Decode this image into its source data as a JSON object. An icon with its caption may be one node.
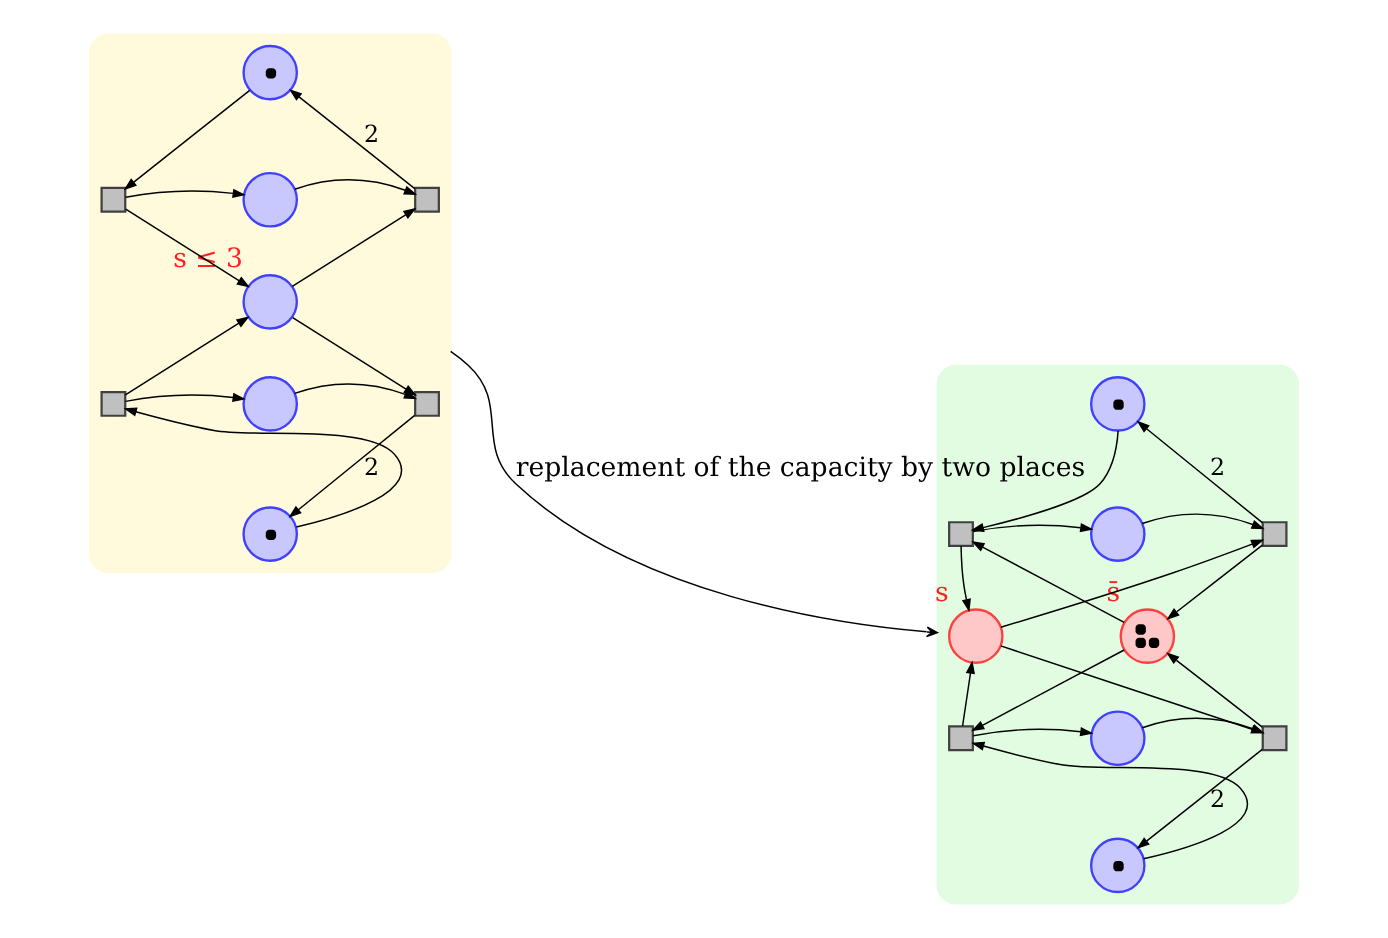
{
  "diagram": {
    "nodes": [
      {
        "text": [],
        "shape": "box"
      },
      {
        "text": [],
        "shape": "circle",
        "in": 0
      },
      {
        "text": [],
        "shape": "box",
        "in": 0
      },
      {
        "text": [],
        "shape": "circle",
        "in": 0
      },
      {
        "text": [],
        "shape": "box",
        "in": 0
      },
      {
        "text": [],
        "shape": "circle",
        "in": 0,
        "beside": [
          "s ≤ 3"
        ]
      },
      {
        "text": [],
        "shape": "box",
        "in": 0
      },
      {
        "text": [],
        "shape": "circle",
        "in": 0
      },
      {
        "text": [],
        "shape": "box",
        "in": 0
      },
      {
        "text": [],
        "shape": "circle",
        "in": 0
      },
      {
        "text": [],
        "shape": "box"
      },
      {
        "text": [],
        "shape": "circle",
        "in": 10
      },
      {
        "text": [],
        "shape": "box",
        "in": 10
      },
      {
        "text": [],
        "shape": "circle",
        "in": 10
      },
      {
        "text": [],
        "shape": "box",
        "in": 10
      },
      {
        "text": [],
        "shape": "circle",
        "in": 10,
        "beside": [
          "s"
        ]
      },
      {
        "text": [],
        "shape": "circle",
        "in": 10,
        "beside": [
          "s̄"
        ]
      },
      {
        "text": [],
        "shape": "box",
        "in": 10
      },
      {
        "text": [],
        "shape": "circle",
        "in": 10
      },
      {
        "text": [],
        "shape": "box",
        "in": 10
      },
      {
        "text": [],
        "shape": "circle",
        "in": 10
      }
    ],
    "edges": [
      {
        "from": 1,
        "to": 2,
        "arrow": "to"
      },
      {
        "from": 4,
        "to": 1,
        "arrow": "to",
        "label": "2"
      },
      {
        "from": 2,
        "to": 3,
        "arrow": "to"
      },
      {
        "from": 3,
        "to": 4,
        "arrow": "to"
      },
      {
        "from": 2,
        "to": 5,
        "arrow": "to"
      },
      {
        "from": 5,
        "to": 4,
        "arrow": "to"
      },
      {
        "from": 6,
        "to": 5,
        "arrow": "to"
      },
      {
        "from": 5,
        "to": 8,
        "arrow": "to"
      },
      {
        "from": 6,
        "to": 7,
        "arrow": "to"
      },
      {
        "from": 7,
        "to": 8,
        "arrow": "to"
      },
      {
        "from": 8,
        "to": 9,
        "arrow": "to",
        "label": "2"
      },
      {
        "from": 9,
        "to": 6,
        "arrow": "to"
      },
      {
        "from": 0,
        "to": 10,
        "arrow": "to",
        "label": "replacement of the capacity by two places"
      },
      {
        "from": 11,
        "to": 12,
        "arrow": "to"
      },
      {
        "from": 14,
        "to": 11,
        "arrow": "to",
        "label": "2"
      },
      {
        "from": 12,
        "to": 13,
        "arrow": "to"
      },
      {
        "from": 13,
        "to": 14,
        "arrow": "to"
      },
      {
        "from": 12,
        "to": 15,
        "arrow": "to"
      },
      {
        "from": 16,
        "to": 12,
        "arrow": "to"
      },
      {
        "from": 15,
        "to": 14,
        "arrow": "to"
      },
      {
        "from": 14,
        "to": 16,
        "arrow": "to"
      },
      {
        "from": 17,
        "to": 15,
        "arrow": "to"
      },
      {
        "from": 16,
        "to": 17,
        "arrow": "to"
      },
      {
        "from": 15,
        "to": 19,
        "arrow": "to"
      },
      {
        "from": 19,
        "to": 16,
        "arrow": "to"
      },
      {
        "from": 17,
        "to": 18,
        "arrow": "to"
      },
      {
        "from": 18,
        "to": 19,
        "arrow": "to"
      },
      {
        "from": 19,
        "to": 20,
        "arrow": "to",
        "label": "2"
      },
      {
        "from": 20,
        "to": 17,
        "arrow": "to"
      }
    ]
  }
}
